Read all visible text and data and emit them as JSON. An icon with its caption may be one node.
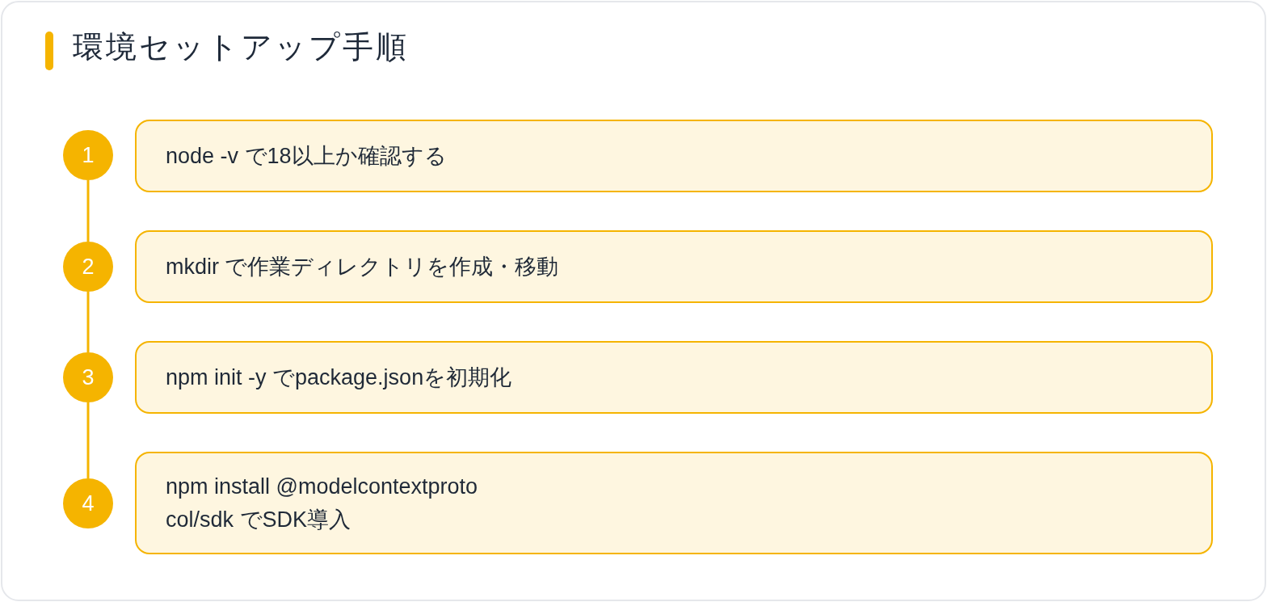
{
  "diagram": {
    "title": "環境セットアップ手順",
    "nodes": [
      {
        "text": [
          "1"
        ]
      },
      {
        "text": [
          "node -v で18以上か確認する"
        ]
      },
      {
        "text": [
          "2"
        ]
      },
      {
        "text": [
          "mkdir で作業ディレクトリを作成・移動"
        ]
      },
      {
        "text": [
          "3"
        ]
      },
      {
        "text": [
          "npm init -y でpackage.jsonを初期化"
        ]
      },
      {
        "text": [
          "4"
        ]
      },
      {
        "text": [
          "npm install @modelcontextprotocol/sdk でSDK導入"
        ]
      }
    ],
    "edges": [
      {
        "from": 0,
        "to": 2,
        "arrow": "none"
      },
      {
        "from": 2,
        "to": 4,
        "arrow": "none"
      },
      {
        "from": 4,
        "to": 6,
        "arrow": "none"
      }
    ]
  }
}
